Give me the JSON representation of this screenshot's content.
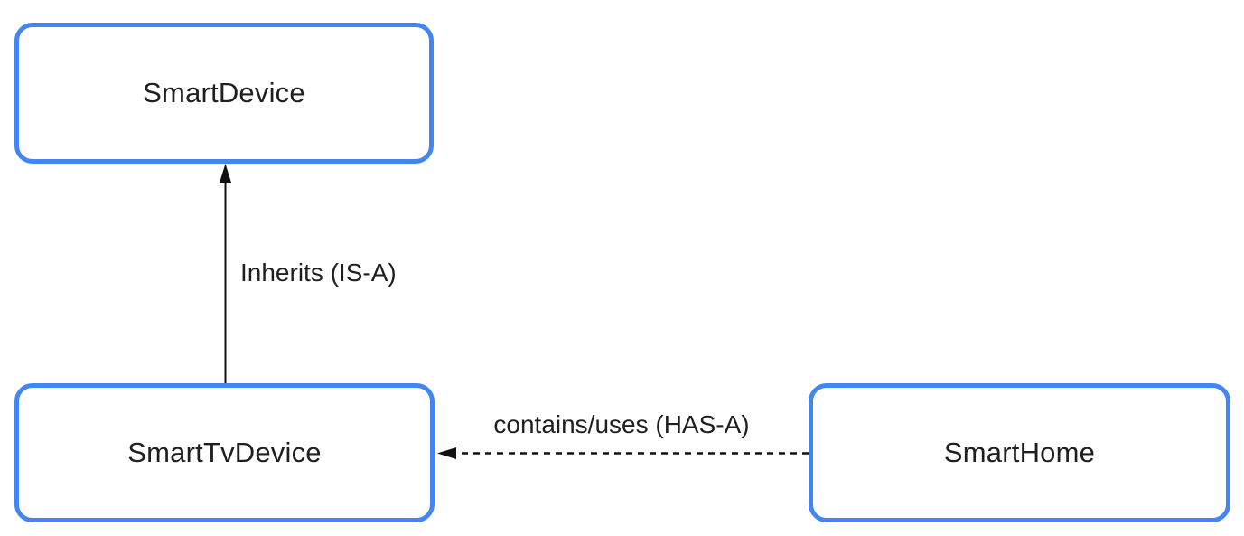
{
  "diagram": {
    "nodes": [
      {
        "id": "smart-device",
        "label": "SmartDevice"
      },
      {
        "id": "smart-tv-device",
        "label": "SmartTvDevice"
      },
      {
        "id": "smart-home",
        "label": "SmartHome"
      }
    ],
    "edges": [
      {
        "id": "inherits",
        "label": "Inherits (IS-A)",
        "from": "SmartTvDevice",
        "to": "SmartDevice",
        "style": "solid",
        "direction": "up"
      },
      {
        "id": "has-a",
        "label": "contains/uses (HAS-A)",
        "from": "SmartHome",
        "to": "SmartTvDevice",
        "style": "dashed",
        "direction": "left"
      }
    ],
    "colors": {
      "node_border": "#4285f4",
      "node_bg": "#ffffff",
      "canvas_bg": "#ffffff",
      "text": "#1f1f1f",
      "arrow": "#111111"
    }
  }
}
